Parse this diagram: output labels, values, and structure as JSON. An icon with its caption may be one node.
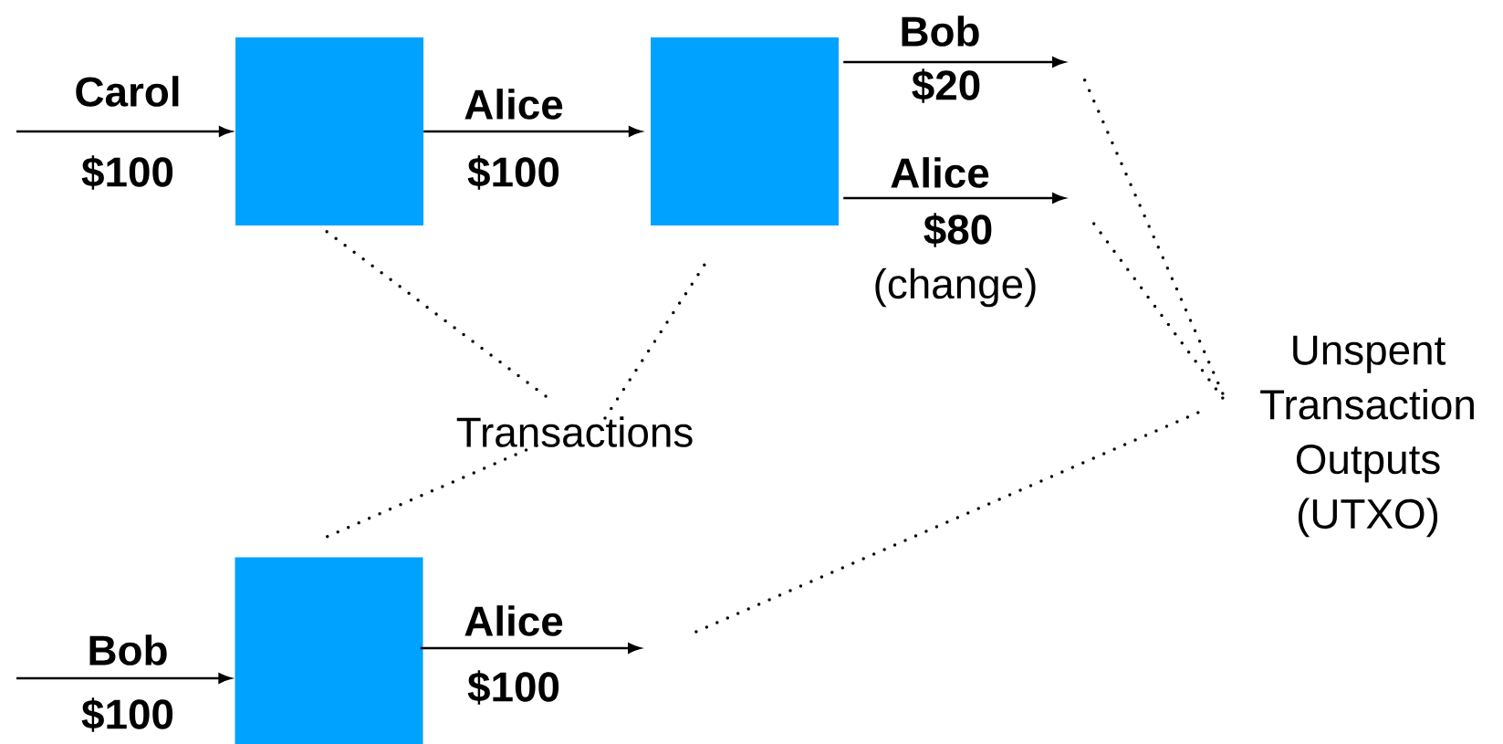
{
  "diagram": {
    "nodes": [
      {
        "text": [],
        "shape": "box"
      },
      {
        "text": [],
        "shape": "box"
      },
      {
        "text": [],
        "shape": "box"
      },
      {
        "text": [
          "Transactions"
        ]
      },
      {
        "text": [
          "Unspent Transaction Outputs (UTXO)"
        ]
      }
    ],
    "edges": [
      {
        "from": null,
        "to": 0,
        "arrow": "to",
        "label": "Carol"
      },
      {
        "from": 0,
        "to": 1,
        "arrow": "to",
        "label": "Alice"
      },
      {
        "from": 1,
        "to": null,
        "arrow": "to",
        "label": "Bob"
      },
      {
        "from": 1,
        "to": null,
        "arrow": "to",
        "label": "Alice"
      },
      {
        "from": null,
        "to": 2,
        "arrow": "to",
        "label": "Bob"
      },
      {
        "from": 2,
        "to": null,
        "arrow": "to",
        "label": "Alice"
      },
      {
        "from": 3,
        "to": 0,
        "arrow": "none",
        "style": "dashed"
      },
      {
        "from": 3,
        "to": 1,
        "arrow": "none",
        "style": "dashed"
      },
      {
        "from": 3,
        "to": 2,
        "arrow": "none",
        "style": "dashed"
      },
      {
        "from": 4,
        "to": null,
        "arrow": "none",
        "style": "dashed"
      },
      {
        "from": 4,
        "to": null,
        "arrow": "none",
        "style": "dashed"
      },
      {
        "from": 4,
        "to": null,
        "arrow": "none",
        "style": "dashed"
      }
    ],
    "labels": [
      "$20",
      "$100",
      "$100",
      "$80",
      "(change)",
      "$100",
      "$100"
    ]
  }
}
